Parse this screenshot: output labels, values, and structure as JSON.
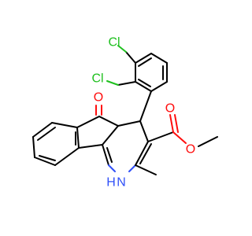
{
  "colors": {
    "carbon": "#000000",
    "oxygen": "#ff0d0d",
    "nitrogen": "#3050f8",
    "chlorine": "#1fc01f",
    "background": "#ffffff"
  },
  "atoms": {
    "cl_top": "Cl",
    "cl_left": "Cl",
    "o_ketone": "O",
    "o_ester_carbonyl": "O",
    "o_ester_ether": "O",
    "n_h": "H",
    "n": "N"
  }
}
